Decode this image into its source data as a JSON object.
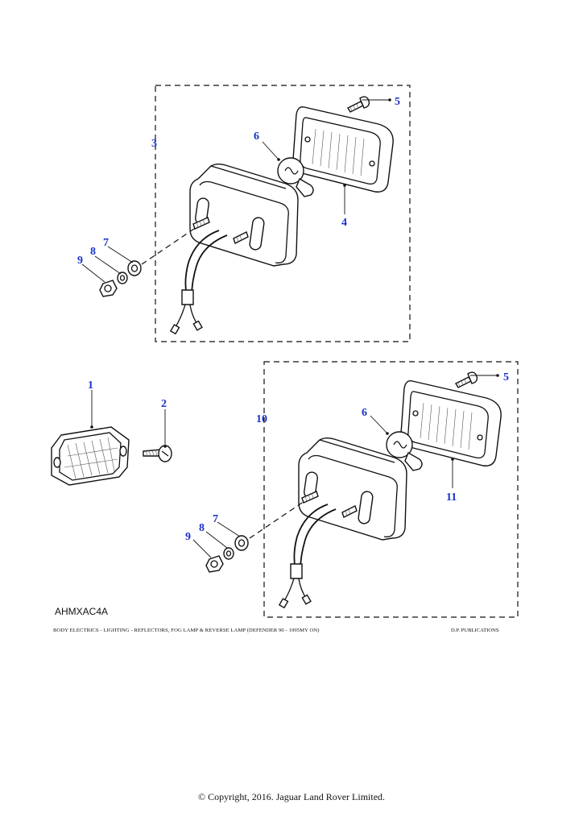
{
  "diagram": {
    "reference_code": "AHMXAC4A",
    "caption": "BODY ELECTRICS - LIGHTING - REFLECTORS, FOG LAMP & REVERSE LAMP  (DEFENDER 90 - 1995MY ON)",
    "publisher": "D.P. PUBLICATIONS",
    "callout_color": "#1a33c8",
    "callouts": {
      "upper_assembly": "3",
      "upper_screw": "5",
      "upper_bulb": "6",
      "upper_lens": "4",
      "upper_washer": "7",
      "upper_spring_washer": "8",
      "upper_nut": "9",
      "reflector": "1",
      "reflector_screw": "2",
      "lower_assembly": "10",
      "lower_screw": "5",
      "lower_bulb": "6",
      "lower_lens": "11",
      "lower_washer": "7",
      "lower_spring_washer": "8",
      "lower_nut": "9"
    }
  },
  "footer": {
    "copyright": "© Copyright, 2016. Jaguar Land Rover Limited."
  }
}
